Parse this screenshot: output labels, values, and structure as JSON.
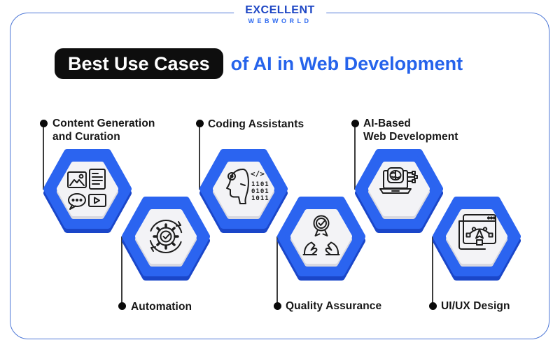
{
  "logo": {
    "primary": "EXCELLENT",
    "secondary": "WEBWORLD"
  },
  "title": {
    "highlighted": "Best Use Cases",
    "rest": "of AI in Web Development"
  },
  "colors": {
    "hexagon_blue": "#2b64f0",
    "hexagon_blue_dark": "#1a46c9",
    "inner_hexagon": "#f3f3f6",
    "title_blue": "#2563eb",
    "title_pill_bg": "#0e0e0e",
    "frame_border": "#4d77d6",
    "icon_stroke": "#1e1e1e"
  },
  "items": [
    {
      "id": "content-generation",
      "label_lines": [
        "Content Generation",
        "and Curation"
      ],
      "icon": "content-generation-icon",
      "label_position": "top"
    },
    {
      "id": "automation",
      "label_lines": [
        "Automation"
      ],
      "icon": "automation-icon",
      "label_position": "bottom"
    },
    {
      "id": "coding-assistants",
      "label_lines": [
        "Coding Assistants"
      ],
      "icon": "coding-assistants-icon",
      "label_position": "top"
    },
    {
      "id": "quality-assurance",
      "label_lines": [
        "Quality Assurance"
      ],
      "icon": "quality-assurance-icon",
      "label_position": "bottom"
    },
    {
      "id": "ai-based-web-development",
      "label_lines": [
        "AI-Based",
        "Web Development"
      ],
      "icon": "ai-web-development-icon",
      "label_position": "top"
    },
    {
      "id": "ui-ux-design",
      "label_lines": [
        "UI/UX Design"
      ],
      "icon": "ui-ux-design-icon",
      "label_position": "bottom"
    }
  ],
  "icon_text": {
    "code_symbol": "</>",
    "binary_rows": [
      "1101",
      "0101",
      "1011"
    ]
  }
}
